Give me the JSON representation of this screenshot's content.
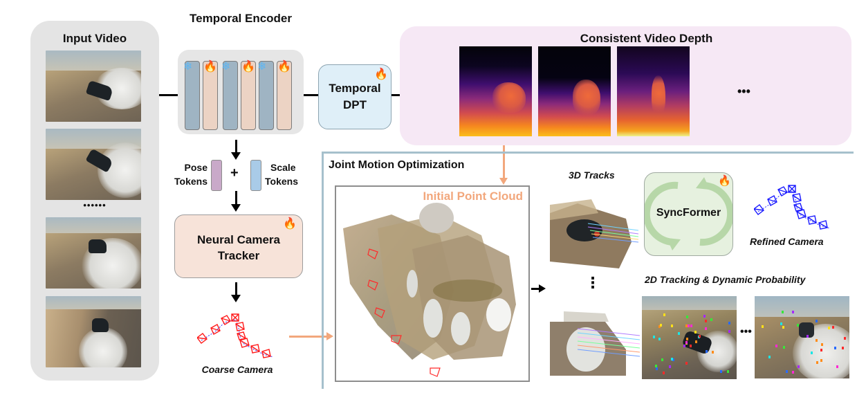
{
  "input_video": {
    "title": "Input Video",
    "ellipsis": "••••••",
    "frame_count_shown": 4
  },
  "temporal_encoder": {
    "title": "Temporal Encoder",
    "layers": [
      {
        "state": "frozen",
        "icon": "snowflake-icon"
      },
      {
        "state": "trainable",
        "icon": "fire-icon"
      },
      {
        "state": "frozen",
        "icon": "snowflake-icon"
      },
      {
        "state": "trainable",
        "icon": "fire-icon"
      },
      {
        "state": "frozen",
        "icon": "snowflake-icon"
      },
      {
        "state": "trainable",
        "icon": "fire-icon"
      }
    ],
    "icons": {
      "frozen": "❄",
      "trainable": "🔥"
    }
  },
  "temporal_dpt": {
    "line1": "Temporal",
    "line2": "DPT",
    "trainable": true
  },
  "depth": {
    "title": "Consistent Video Depth",
    "ellipsis": "•••",
    "maps_shown": 3
  },
  "tokens": {
    "pose_line1": "Pose",
    "pose_line2": "Tokens",
    "plus": "+",
    "scale_line1": "Scale",
    "scale_line2": "Tokens",
    "pose_color": "#c9a9c9",
    "scale_color": "#a9cbe8"
  },
  "tracker": {
    "line1": "Neural Camera",
    "line2": "Tracker",
    "trainable": true
  },
  "coarse_camera": {
    "label": "Coarse Camera",
    "color": "#ff1a1a"
  },
  "joint_motion": {
    "title": "Joint Motion Optimization",
    "point_cloud_label": "Initial Point Cloud",
    "point_cloud_label_color": "#f2a77c"
  },
  "tracks3d": {
    "label": "3D Tracks",
    "vdots": "⋮"
  },
  "syncformer": {
    "label": "SyncFormer",
    "trainable": true
  },
  "refined_camera": {
    "label": "Refined Camera",
    "color": "#1a1aff"
  },
  "tracking2d": {
    "label": "2D Tracking & Dynamic Probability",
    "ellipsis": "•••"
  },
  "colors": {
    "accent_arrow": "#f2a77c",
    "frame_border": "#a6c0cc"
  }
}
